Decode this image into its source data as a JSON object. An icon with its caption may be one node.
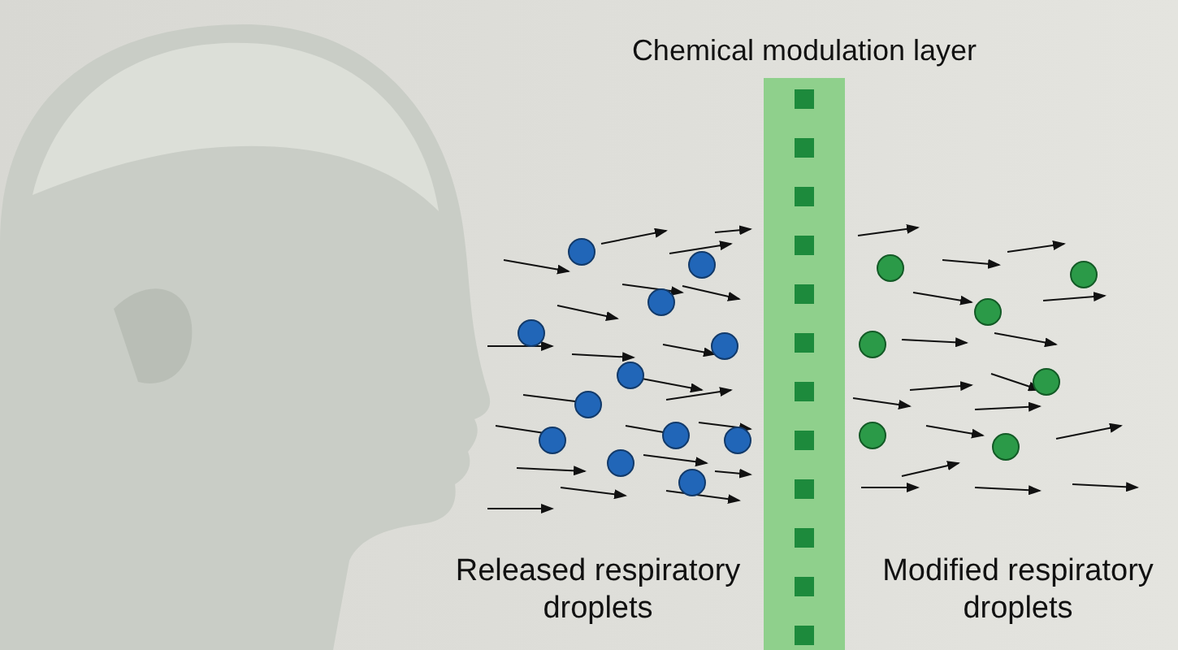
{
  "diagram": {
    "labels": [
      "Chemical modulation layer",
      "Released respiratory droplets",
      "Modified respiratory droplets"
    ]
  }
}
